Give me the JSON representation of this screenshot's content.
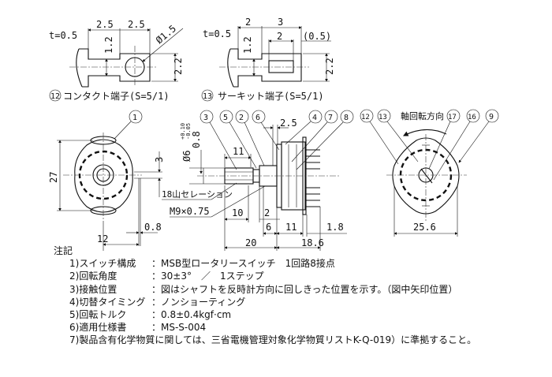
{
  "terminal_contact": {
    "thickness": "t=0.5",
    "dims": [
      "2.5",
      "2.5",
      "1.2",
      "2.2"
    ],
    "hole": "Ø1.5",
    "caption_num": "12",
    "caption": "コンタクト端子(S=5/1)"
  },
  "terminal_circuit": {
    "thickness": "t=0.5",
    "dims": [
      "2",
      "3",
      "2",
      "(0.5)",
      "1.2",
      "2.2"
    ],
    "caption_num": "13",
    "caption": "サーキット端子(S=5/1)"
  },
  "front_view": {
    "callout": "1",
    "dims": [
      "27",
      "3",
      "0.8",
      "12"
    ]
  },
  "side_view": {
    "callouts": [
      "3",
      "5",
      "2",
      "6",
      "4",
      "7",
      "8"
    ],
    "shaft_dia": "Ø6",
    "shaft_tol_upper": "+0.10",
    "shaft_tol_lower": "-0.05",
    "dims": [
      "0.8",
      "11",
      "2.5",
      "10",
      "2",
      "6",
      "11",
      "1.8",
      "20",
      "18.6"
    ],
    "serration_label": "18山セレーション",
    "thread_label": "M9×0.75"
  },
  "rear_view": {
    "callouts": [
      "12",
      "13",
      "17",
      "16",
      "9"
    ],
    "rotation_label": "軸回転方向",
    "width_dim": "25.6"
  },
  "notes": {
    "title": "注記",
    "items": [
      {
        "label": "1)スイッチ構成",
        "value": "：MSB型ロータリースイッチ　1回路8接点"
      },
      {
        "label": "2)回転角度",
        "value": "：30±3°　／　1ステップ"
      },
      {
        "label": "3)接触位置",
        "value": "：図はシャフトを反時計方向に回しきった位置を示す。（図中矢印位置）"
      },
      {
        "label": "4)切替タイミング",
        "value": "：ノンショーティング"
      },
      {
        "label": "5)回転トルク",
        "value": "：0.8±0.4kgf·cm"
      },
      {
        "label": "6)適用仕様書",
        "value": "：MS-S-004"
      },
      {
        "label": "7)製品含有化学物質に関しては、三省電機管理対象化学物質リストK-Q-019）に準拠すること。",
        "value": ""
      }
    ]
  }
}
